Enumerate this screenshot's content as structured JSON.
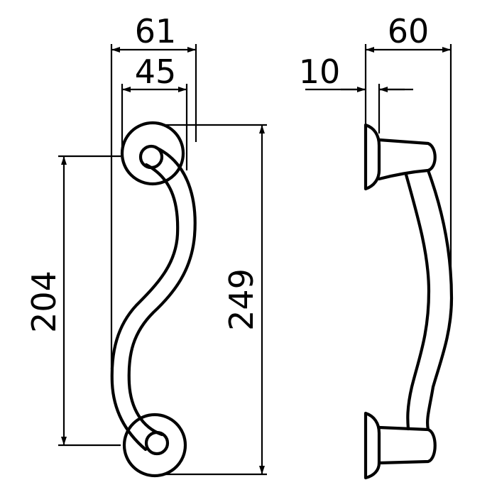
{
  "drawing": {
    "front_view": {
      "dims": {
        "outer_width": "61",
        "inner_width": "45",
        "center_distance": "204",
        "overall_height": "249"
      }
    },
    "side_view": {
      "dims": {
        "projection": "60",
        "base_thickness": "10"
      }
    }
  }
}
